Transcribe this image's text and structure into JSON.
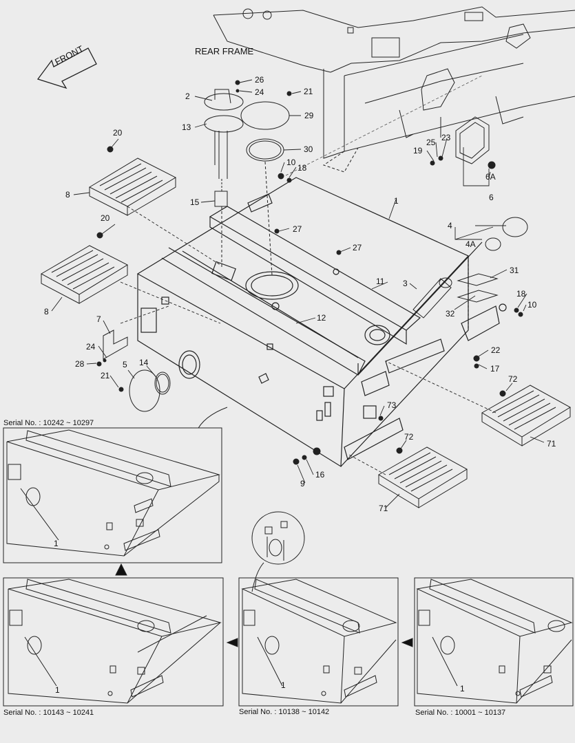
{
  "diagram": {
    "title": "REAR FRAME",
    "direction_label": "FRONT",
    "callouts": [
      "1",
      "2",
      "3",
      "4",
      "4A",
      "5",
      "6",
      "6A",
      "7",
      "8",
      "8",
      "9",
      "10",
      "10",
      "11",
      "12",
      "13",
      "14",
      "15",
      "16",
      "17",
      "18",
      "18",
      "19",
      "20",
      "20",
      "21",
      "21",
      "22",
      "23",
      "24",
      "24",
      "25",
      "26",
      "27",
      "27",
      "28",
      "29",
      "30",
      "31",
      "32",
      "71",
      "71",
      "72",
      "72",
      "73"
    ],
    "insets": [
      {
        "serial": "Serial No. : 10242 ~ 10297",
        "callout": "1"
      },
      {
        "serial": "Serial No. : 10143 ~ 10241",
        "callout": "1"
      },
      {
        "serial": "Serial No. : 10138 ~ 10142",
        "callout": "1"
      },
      {
        "serial": "Serial No. : 10001 ~ 10137",
        "callout": "1"
      }
    ]
  }
}
